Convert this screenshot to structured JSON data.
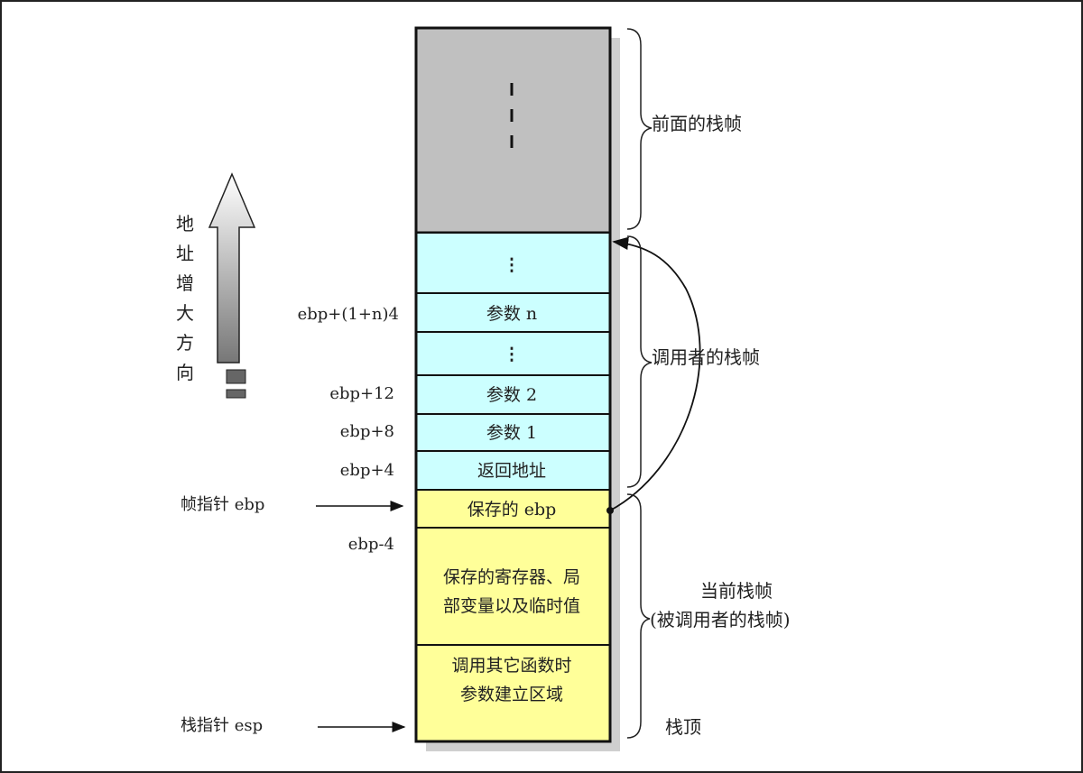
{
  "colors": {
    "gray": "#c0c0c0",
    "cyan": "#ccffff",
    "yellow": "#ffff99"
  },
  "direction_label": [
    "地",
    "址",
    "增",
    "大",
    "方",
    "向"
  ],
  "stack": {
    "previous_frame_dots": "- - -",
    "cells": [
      {
        "text": "⋮",
        "offset": ""
      },
      {
        "text": "参数 n",
        "offset": "ebp+(1+n)4"
      },
      {
        "text": "⋮",
        "offset": ""
      },
      {
        "text": "参数 2",
        "offset": "ebp+12"
      },
      {
        "text": "参数 1",
        "offset": "ebp+8"
      },
      {
        "text": "返回地址",
        "offset": "ebp+4"
      },
      {
        "text": "保存的 ebp",
        "offset": ""
      },
      {
        "text": [
          "保存的寄存器、局",
          "部变量以及临时值"
        ],
        "offset": "ebp-4"
      },
      {
        "text": [
          "调用其它函数时",
          "参数建立区域"
        ],
        "offset": ""
      }
    ]
  },
  "pointers": {
    "ebp": "帧指针 ebp",
    "esp": "栈指针 esp"
  },
  "braces": {
    "previous": "前面的栈帧",
    "caller": "调用者的栈帧",
    "current_line1": "当前栈帧",
    "current_line2": "(被调用者的栈帧)",
    "top": "栈顶"
  }
}
